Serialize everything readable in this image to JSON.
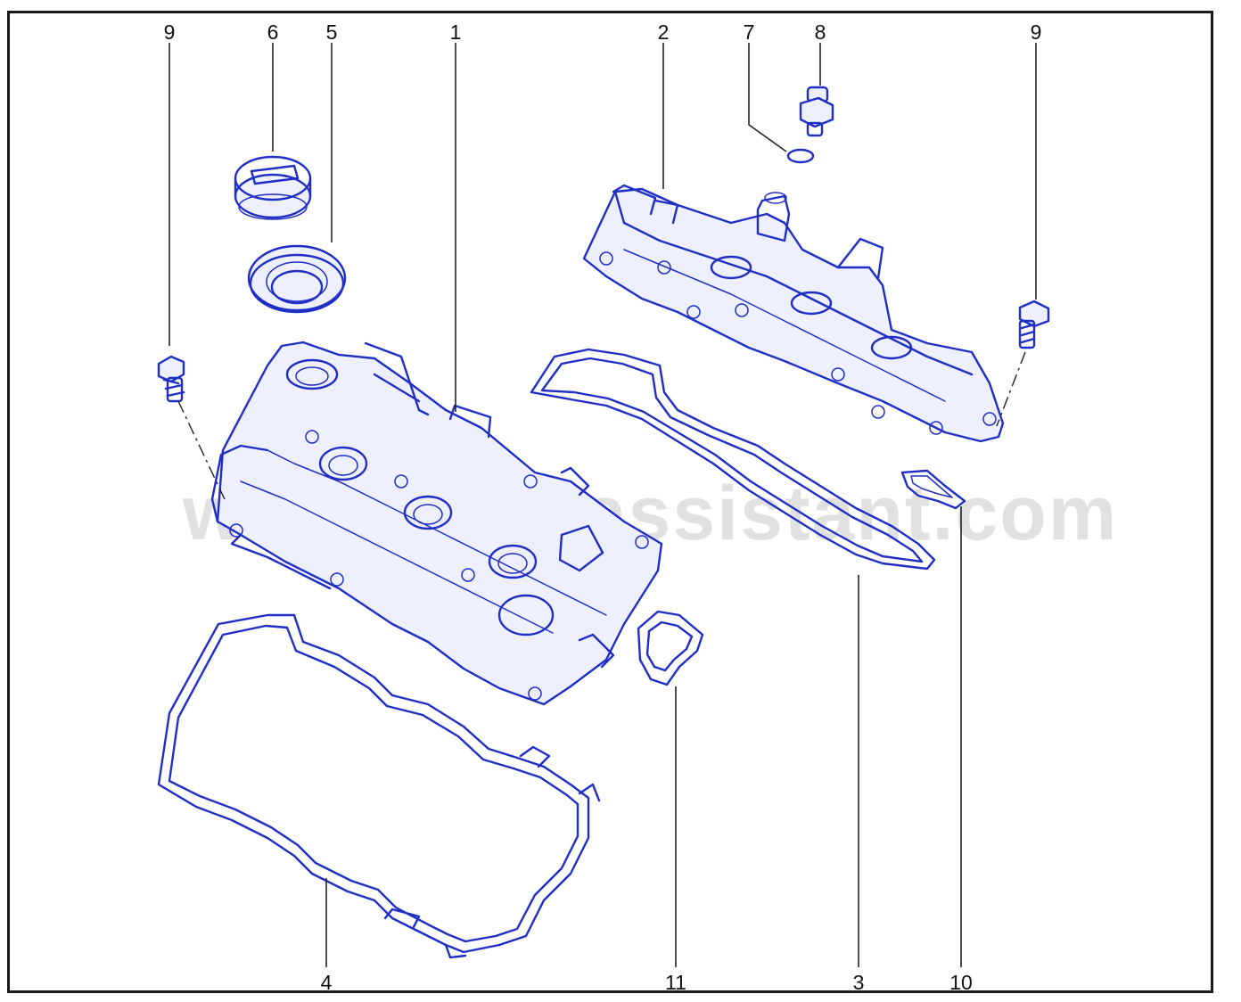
{
  "watermark": "www.partsassistant.com",
  "colors": {
    "part_line": "#1f2ec4",
    "leader_line": "#222222",
    "frame": "#1a1a1a",
    "watermark": "#c9c9c9"
  },
  "callouts": [
    {
      "id": "c9a",
      "label": "9"
    },
    {
      "id": "c6",
      "label": "6"
    },
    {
      "id": "c5",
      "label": "5"
    },
    {
      "id": "c1",
      "label": "1"
    },
    {
      "id": "c2",
      "label": "2"
    },
    {
      "id": "c7",
      "label": "7"
    },
    {
      "id": "c8",
      "label": "8"
    },
    {
      "id": "c9b",
      "label": "9"
    },
    {
      "id": "c4",
      "label": "4"
    },
    {
      "id": "c11",
      "label": "11"
    },
    {
      "id": "c3",
      "label": "3"
    },
    {
      "id": "c10",
      "label": "10"
    }
  ]
}
